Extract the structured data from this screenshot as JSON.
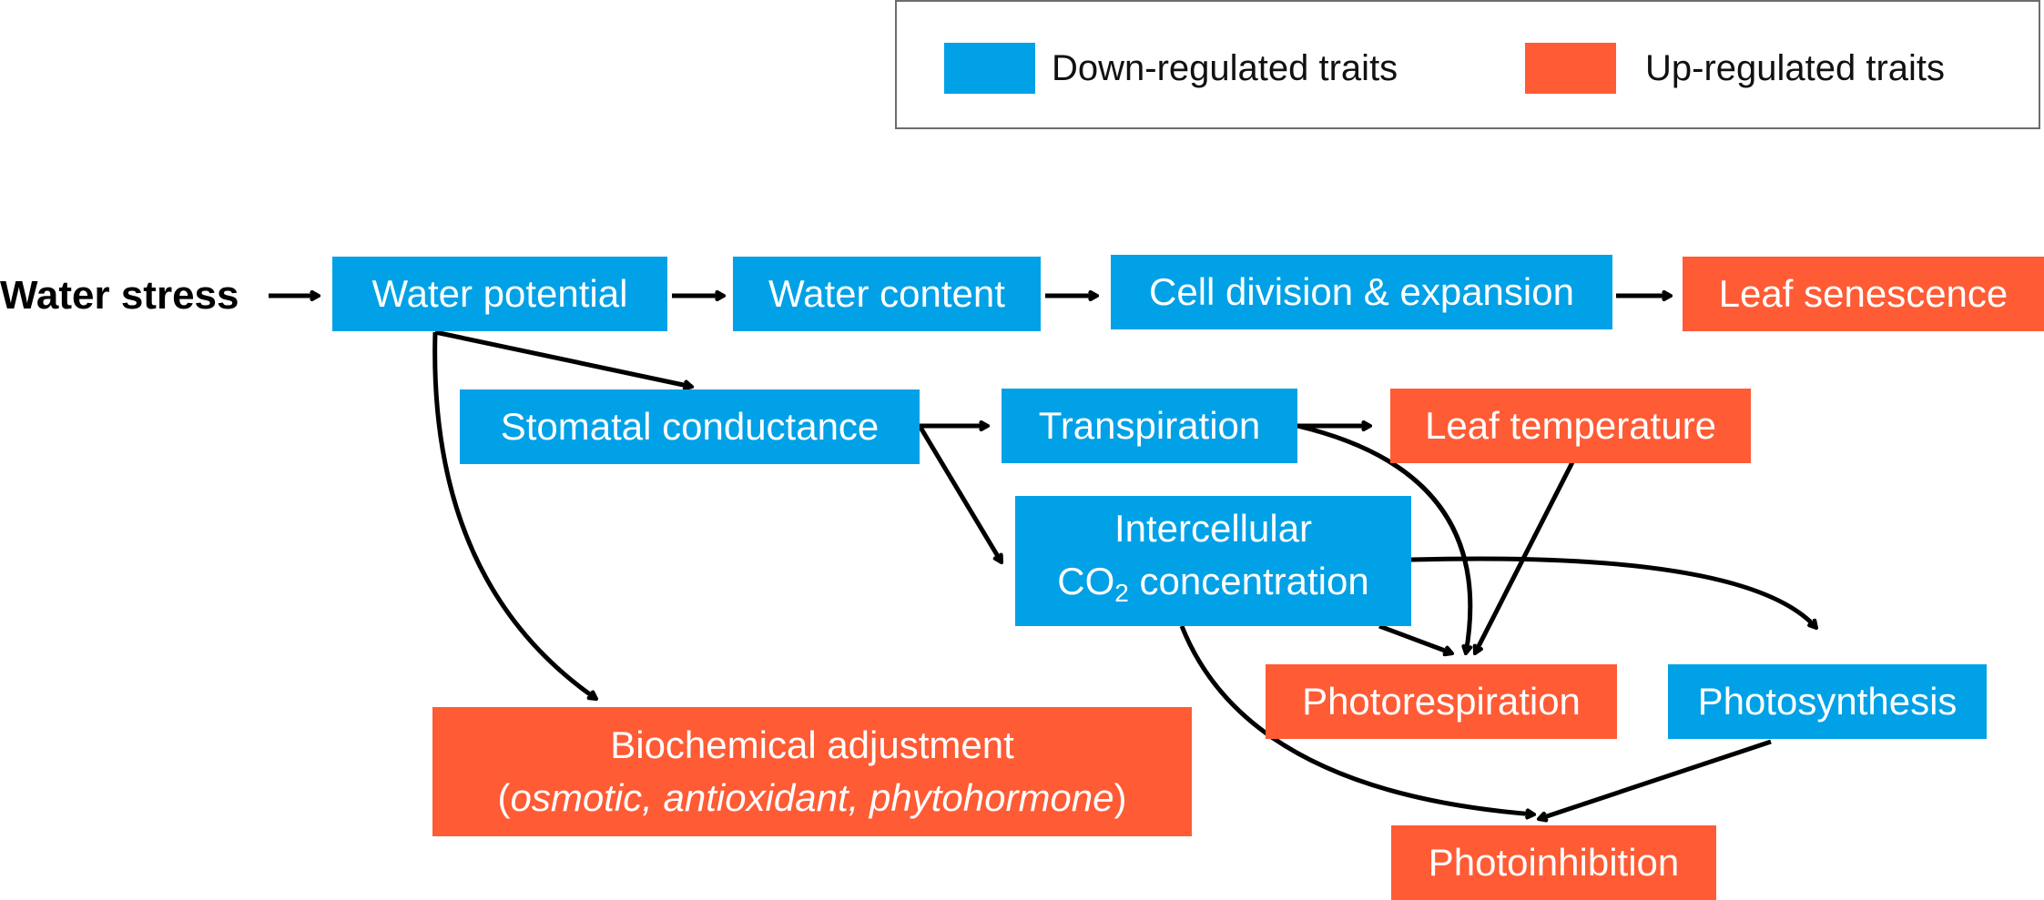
{
  "legend": {
    "down_label": "Down-regulated traits",
    "up_label": "Up-regulated traits",
    "down_color": "#00a1e6",
    "up_color": "#ff5b35"
  },
  "start": "Water stress",
  "nodes": {
    "water_potential": "Water potential",
    "water_content": "Water content",
    "cell_division": "Cell division & expansion",
    "leaf_senescence": "Leaf senescence",
    "stomatal_conductance": "Stomatal conductance",
    "transpiration": "Transpiration",
    "leaf_temperature": "Leaf temperature",
    "intercellular_line1": "Intercellular",
    "intercellular_co2": "CO",
    "intercellular_sub": "2",
    "intercellular_rest": " concentration",
    "photorespiration": "Photorespiration",
    "photosynthesis": "Photosynthesis",
    "biochemical_line1": "Biochemical adjustment",
    "biochemical_open": "(",
    "biochemical_italic": "osmotic, antioxidant, phytohormone",
    "biochemical_close": ")",
    "photoinhibition": "Photoinhibition"
  }
}
